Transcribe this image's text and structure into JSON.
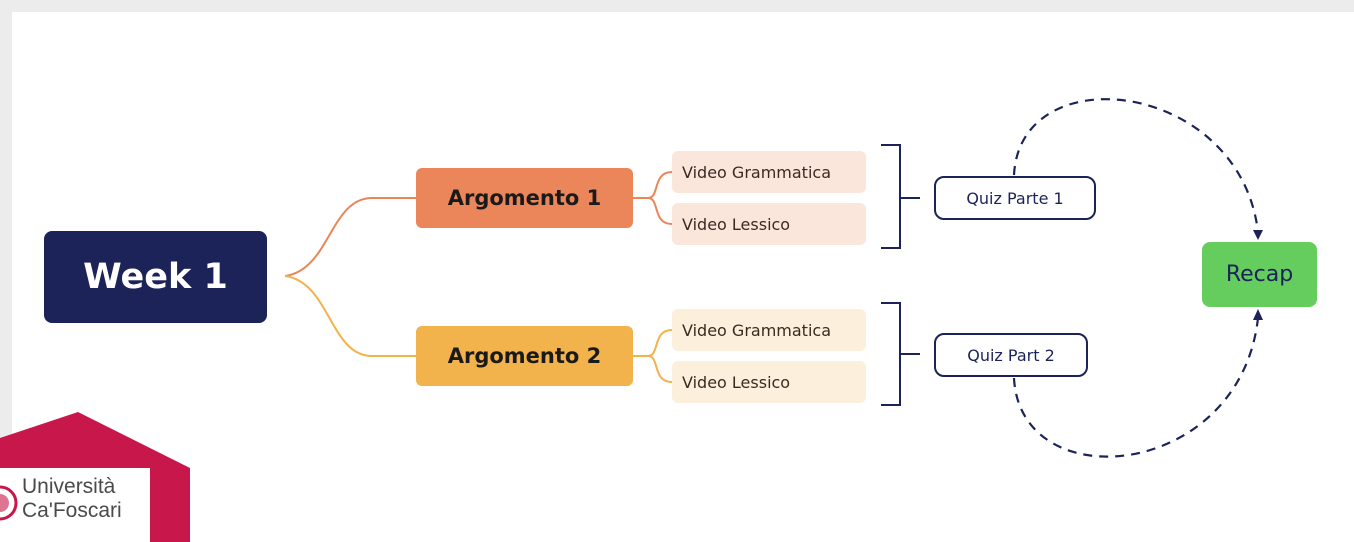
{
  "week": {
    "label": "Week 1"
  },
  "topics": [
    {
      "label": "Argomento 1",
      "videos": [
        "Video Grammatica",
        "Video Lessico"
      ],
      "quiz": "Quiz Parte 1"
    },
    {
      "label": "Argomento 2",
      "videos": [
        "Video Grammatica",
        "Video Lessico"
      ],
      "quiz": "Quiz Part 2"
    }
  ],
  "recap": {
    "label": "Recap"
  },
  "logo": {
    "line1": "Università",
    "line2": "Ca'Foscari"
  },
  "colors": {
    "navy": "#1c2358",
    "topic1": "#ea865a",
    "topic2": "#f2b24c",
    "recap": "#65cc5e",
    "logo": "#c8174a"
  }
}
